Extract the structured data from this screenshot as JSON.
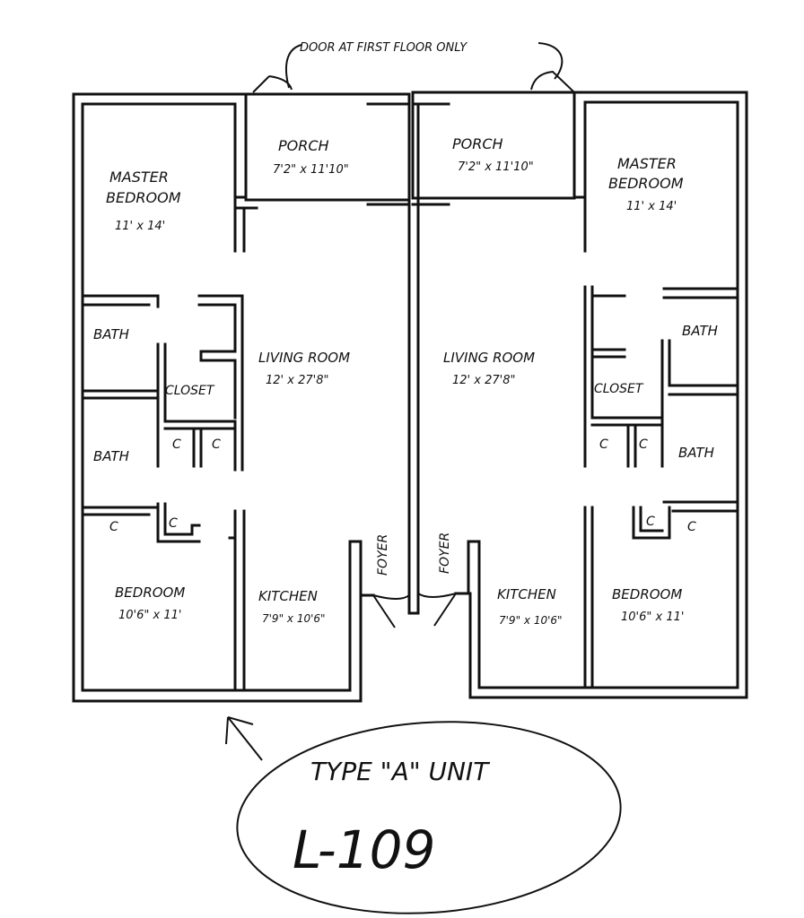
{
  "door_note": "DOOR AT FIRST FLOOR ONLY",
  "left_unit": {
    "porch": {
      "name": "PORCH",
      "dims": "7'2\" x 11'10\""
    },
    "master_bedroom": {
      "line1": "MASTER",
      "line2": "BEDROOM",
      "dims": "11' x 14'"
    },
    "bath_upper": "BATH",
    "closet": "CLOSET",
    "bath_lower": "BATH",
    "closet_c1": "C",
    "closet_c2": "C",
    "closet_c3": "C",
    "closet_c4": "C",
    "living_room": {
      "name": "LIVING ROOM",
      "dims": "12' x 27'8\""
    },
    "bedroom": {
      "name": "BEDROOM",
      "dims": "10'6\" x 11'"
    },
    "kitchen": {
      "name": "KITCHEN",
      "dims": "7'9\" x 10'6\""
    },
    "foyer": "FOYER"
  },
  "right_unit": {
    "porch": {
      "name": "PORCH",
      "dims": "7'2\" x 11'10\""
    },
    "master_bedroom": {
      "line1": "MASTER",
      "line2": "BEDROOM",
      "dims": "11' x 14'"
    },
    "bath_upper": "BATH",
    "closet": "CLOSET",
    "bath_lower": "BATH",
    "closet_c1": "C",
    "closet_c2": "C",
    "closet_c3": "C",
    "closet_c4": "C",
    "living_room": {
      "name": "LIVING ROOM",
      "dims": "12' x 27'8\""
    },
    "bedroom": {
      "name": "BEDROOM",
      "dims": "10'6\" x 11'"
    },
    "kitchen": {
      "name": "KITCHEN",
      "dims": "7'9\" x 10'6\""
    },
    "foyer": "FOYER"
  },
  "unit_type": "TYPE \"A\" UNIT",
  "unit_id": "L-109"
}
